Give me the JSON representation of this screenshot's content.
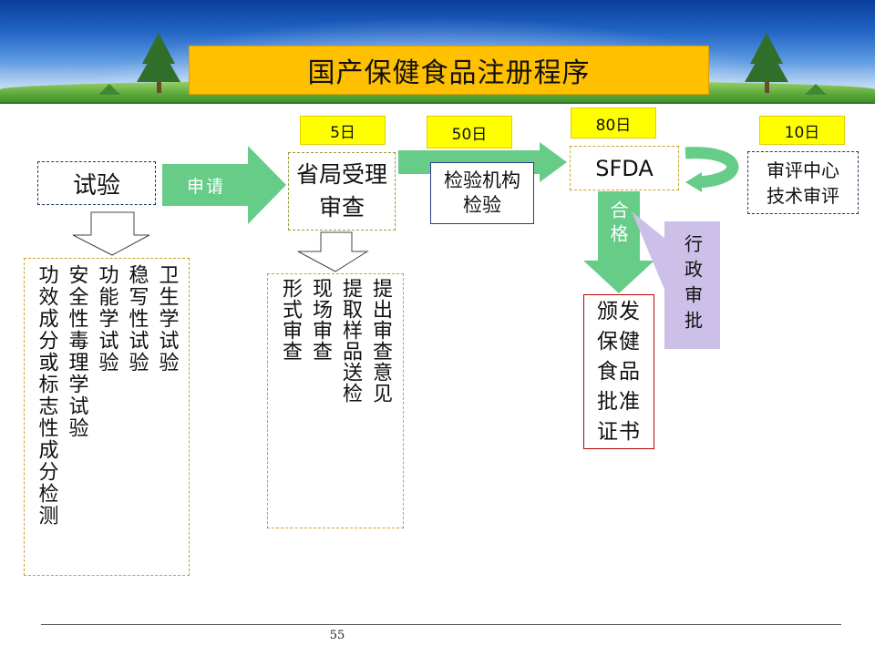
{
  "title": "国产保健食品注册程序",
  "nodes": {
    "trial": "试验",
    "apply_label": "申请",
    "provincial_review": "省局受理审查",
    "testing_agency": "检验机构检验",
    "sfda": "SFDA",
    "review_center": "审评中心技术审评",
    "qualified_label": "合格",
    "admin_approval": "行政审批",
    "issue_certificate": "颁发保健食品批准证书"
  },
  "time_tags": {
    "provincial": "5日",
    "testing": "50日",
    "sfda": "80日",
    "review": "10日"
  },
  "trial_items": [
    "卫生学试验",
    "稳写性试验",
    "功能学试验",
    "安全性毒理学试验",
    "功效成分或标志性成分检测"
  ],
  "review_items": [
    "提出审查意见",
    "提取样品送检",
    "现场审查",
    "形式审查"
  ],
  "colors": {
    "arrow_green": "#66cc88",
    "title_bg": "#ffc000",
    "tag_bg": "#ffff00",
    "admin_bg": "#ccc0e8"
  },
  "footer": {
    "page_number": "55"
  }
}
